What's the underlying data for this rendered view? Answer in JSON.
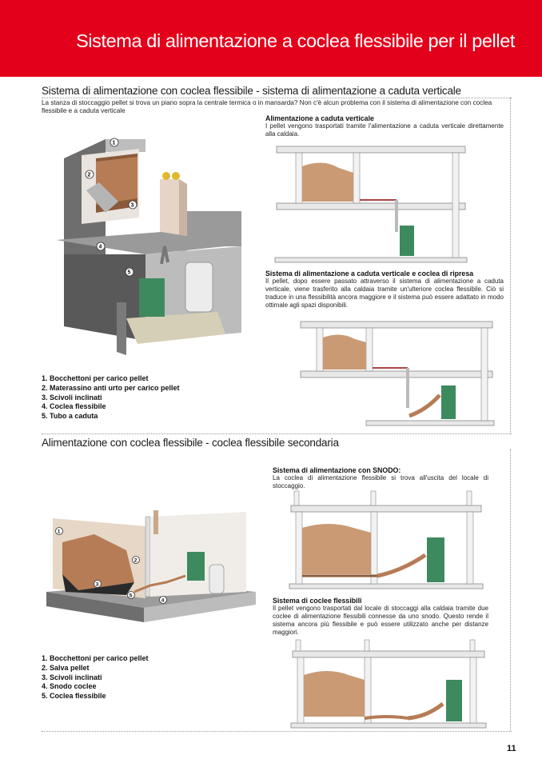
{
  "header": {
    "title": "Sistema di alimentazione a coclea flessibile per il pellet"
  },
  "section1": {
    "title": "Sistema di alimentazione con coclea flessibile - sistema di alimentazione a caduta verticale",
    "intro": "La stanza di stoccaggio pellet si trova un piano sopra la centrale termica o in mansarda? Non c'è alcun problema con il sistema di alimentazione con coclea flessibile e a caduta verticale",
    "block1": {
      "heading": "Alimentazione a caduta verticale",
      "text": "I pellet vengono trasportati tramite l'alimentazione a caduta verticale direttamente alla caldaia."
    },
    "block2": {
      "heading": "Sistema di alimentazione a caduta verticale e coclea di ripresa",
      "text": "Il pellet, dopo essere passato attraverso il sistema di alimentazione a caduta verticale, viene trasferito alla caldaia tramite un'ulteriore coclea flessibile. Ciò si traduce in una flessibilità ancora maggiore e il sistema può essere adattato in modo ottimale agli spazi disponibili."
    },
    "legend": [
      "1. Bocchettoni per carico pellet",
      "2. Materassino anti urto per carico pellet",
      "3. Scivoli inclinati",
      "4. Coclea flessibile",
      "5. Tubo a caduta"
    ],
    "callouts": [
      "1",
      "2",
      "3",
      "4",
      "5"
    ]
  },
  "section2": {
    "title": "Alimentazione con coclea flessibile - coclea flessibile secondaria",
    "block1": {
      "heading": "Sistema di alimentazione con SNODO:",
      "text": "La coclea di alimentazione flessibile si trova all'uscita del locale di stoccaggio."
    },
    "block2": {
      "heading": "Sistema di coclee flessibili",
      "text": "Il pellet vengono trasportati dal locale di stoccaggi alla caldaia tramite due coclee di alimentazione flessibili connesse da uno snodo. Questo rende il sistema ancora più flessibile e può essere utilizzato anche per distanze maggiori."
    },
    "legend": [
      "1. Bocchettoni per carico pellet",
      "2. Salva pellet",
      "3. Scivoli inclinati",
      "4. Snodo coclee",
      "5. Coclea flessibile"
    ],
    "callouts": [
      "1",
      "2",
      "3",
      "4",
      "5"
    ]
  },
  "footer": {
    "page_number": "11"
  },
  "colors": {
    "brand_red": "#e3001b",
    "pellet": "#c99a74",
    "boiler_green": "#3d8a5e",
    "wall": "#d9d9d9"
  }
}
